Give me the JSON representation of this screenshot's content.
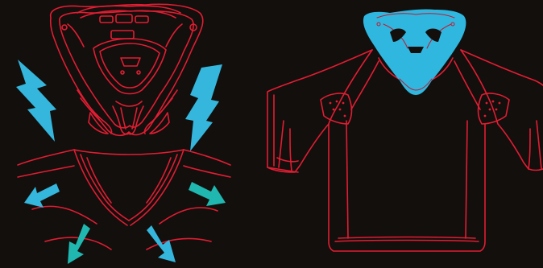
{
  "colors": {
    "background": "#120f0d",
    "outline": "#e11d32",
    "arrow": "#35b6dc",
    "arrow_teal": "#20b7b0",
    "highlight": "#2fb7e0",
    "inner_line": "#c21a2e"
  },
  "figure": {
    "panels": [
      {
        "id": "collar-closeup",
        "arrows": 6
      },
      {
        "id": "jersey-with-neck-brace"
      }
    ]
  }
}
